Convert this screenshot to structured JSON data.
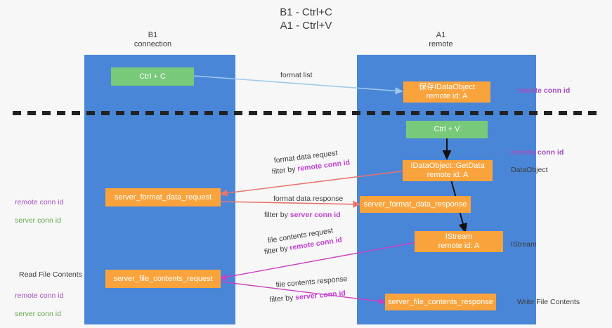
{
  "headline": "B1 - Ctrl+C\nA1 - Ctrl+V",
  "lanes": [
    {
      "id": "b1",
      "title": "B1\nconnection"
    },
    {
      "id": "a1",
      "title": "A1\nremote"
    }
  ],
  "nodes": {
    "ctrl_c": "Ctrl + C",
    "ctrl_v": "Ctrl + V",
    "save_idataobject": "保存IDataObject\nremote id: A",
    "idataobject_getdata": "IDataObject::GetData\nremote id: A",
    "istream": "IStream\nremote id: A",
    "server_format_data_request": "server_format_data_request",
    "server_format_data_response": "server_format_data_response",
    "server_file_contents_request": "server_file_contents_request",
    "server_file_contents_response": "server_file_contents_response"
  },
  "right_labels": {
    "remote_conn_id_top": "remote conn id",
    "remote_conn_id_mid": "remote conn id",
    "dataobject": "DataObject",
    "istream": "IStream",
    "write_file_contents": "Write File Contents"
  },
  "left_labels": {
    "remote_conn_id": "remote conn id",
    "server_conn_id": "server conn id",
    "read_file_contents": "Read File Contents",
    "remote_conn_id_2": "remote conn id",
    "server_conn_id_2": "server conn id"
  },
  "edge_labels": {
    "format_list": "format list",
    "format_data_request": "format data request",
    "format_data_request_filter_prefix": "filter by ",
    "format_data_request_filter_key": "remote conn id",
    "format_data_response": "format data response",
    "format_data_response_filter_prefix": "filter by ",
    "format_data_response_filter_key": "server conn id",
    "file_contents_request": "file contents request",
    "file_contents_request_filter_prefix": "filter by ",
    "file_contents_request_filter_key": "remote conn id",
    "file_contents_response": "file contents response",
    "file_contents_response_filter_prefix": "filter by ",
    "file_contents_response_filter_key": "server conn id"
  },
  "colors": {
    "lane": "#4a86d8",
    "node_orange": "#f9a33c",
    "node_green": "#78c97a",
    "arrow_blue": "#9fc9ec",
    "arrow_red": "#e8746c",
    "arrow_magenta": "#cc3fc1",
    "arrow_black": "#111111",
    "divider": "#222222",
    "purple_text": "#a64dc0",
    "green_text": "#6aa84f",
    "background": "#f7f7f7"
  }
}
